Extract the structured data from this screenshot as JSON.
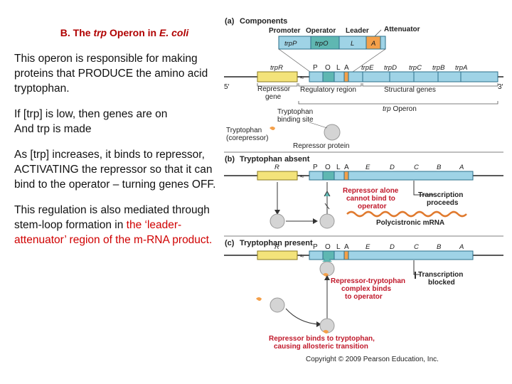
{
  "left": {
    "title_prefix": "B. The ",
    "title_trp": "trp",
    "title_mid": " Operon in ",
    "title_ecoli": "E. coli",
    "p1": "This operon is responsible for making proteins that PRODUCE the amino acid tryptophan.",
    "p2a": "If [trp] is low, then genes are on",
    "p2b": "And trp is made",
    "p3": "As [trp] increases, it binds to repressor, ACTIVATING the repressor so that it can bind to the operator – turning genes OFF.",
    "p4a": "This regulation is also mediated through stem-loop formation in",
    "p4b": "the ‘leader-attenuator’ region of the m-RNA product."
  },
  "figure": {
    "a": {
      "label": "(a)",
      "title": "Components",
      "promoter": "Promoter",
      "operator": "Operator",
      "leader": "Leader",
      "attenuator": "Attenuator",
      "seg_trpP": "trpP",
      "seg_trpO": "trpO",
      "seg_L": "L",
      "seg_A": "A",
      "trpR": "trpR",
      "P": "P",
      "O": "O",
      "L": "L",
      "A": "A",
      "genes": [
        "trpE",
        "trpD",
        "trpC",
        "trpB",
        "trpA"
      ],
      "five": "5′",
      "three": "3′",
      "repressor_gene_1": "Repressor",
      "repressor_gene_2": "gene",
      "regulatory_region": "Regulatory region",
      "structural_genes": "Structural genes",
      "trp_operon_a": "trp",
      "trp_operon_b": " Operon",
      "binding_site_1": "Tryptophan",
      "binding_site_2": "binding site",
      "corepressor_1": "Tryptophan",
      "corepressor_2": "(corepressor)",
      "repressor_protein": "Repressor protein"
    },
    "b": {
      "label": "(b)",
      "title": "Tryptophan absent",
      "R": "R",
      "P": "P",
      "O": "O",
      "L": "L",
      "A": "A",
      "genes": [
        "E",
        "D",
        "C",
        "B",
        "A"
      ],
      "red_1": "Repressor alone",
      "red_2": "cannot bind to",
      "red_3": "operator",
      "trans_1": "Transcription",
      "trans_2": "proceeds",
      "mrna": "Polycistronic mRNA"
    },
    "c": {
      "label": "(c)",
      "title": "Tryptophan present",
      "R": "R",
      "P": "P",
      "O": "O",
      "L": "L",
      "A": "A",
      "genes": [
        "E",
        "D",
        "C",
        "B",
        "A"
      ],
      "red_1": "Repressor-tryptophan",
      "red_2": "complex binds",
      "red_3": "to operator",
      "trans_1": "Transcription",
      "trans_2": "blocked",
      "bottom_1": "Repressor binds to tryptophan,",
      "bottom_2": "causing allosteric transition"
    },
    "copyright": "Copyright © 2009 Pearson Education, Inc."
  },
  "colors": {
    "title_red": "#b00000",
    "text_red": "#d00000",
    "gene_blue": "#9fd3e6",
    "operator_teal": "#5fb7b2",
    "attenuator_orange": "#f4a04a",
    "repressor_yellow": "#f3e37a",
    "mrna_orange": "#e07a2e"
  }
}
